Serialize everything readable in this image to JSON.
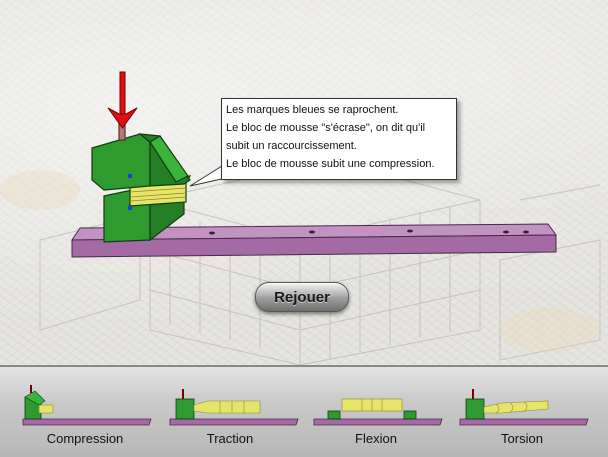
{
  "speech_bubble": {
    "lines": [
      "Les marques bleues se raprochent.",
      "Le bloc de mousse \"s'écrase\", on dit qu'il",
      "subit un raccourcissement.",
      "Le bloc de mousse subit une compression."
    ]
  },
  "replay_button": {
    "label": "Rejouer"
  },
  "menu": {
    "items": [
      {
        "label": "Compression"
      },
      {
        "label": "Traction"
      },
      {
        "label": "Flexion"
      },
      {
        "label": "Torsion"
      }
    ]
  },
  "colors": {
    "vise_green": "#2f9a2f",
    "foam_yellow": "#e7e46a",
    "rail_purple": "#a36aa3",
    "arrow_red": "#e01010",
    "menu_bar": "#c9c9c9"
  },
  "icons": {
    "force_arrow": "red-down-arrow-icon",
    "replay": "pill-button"
  }
}
